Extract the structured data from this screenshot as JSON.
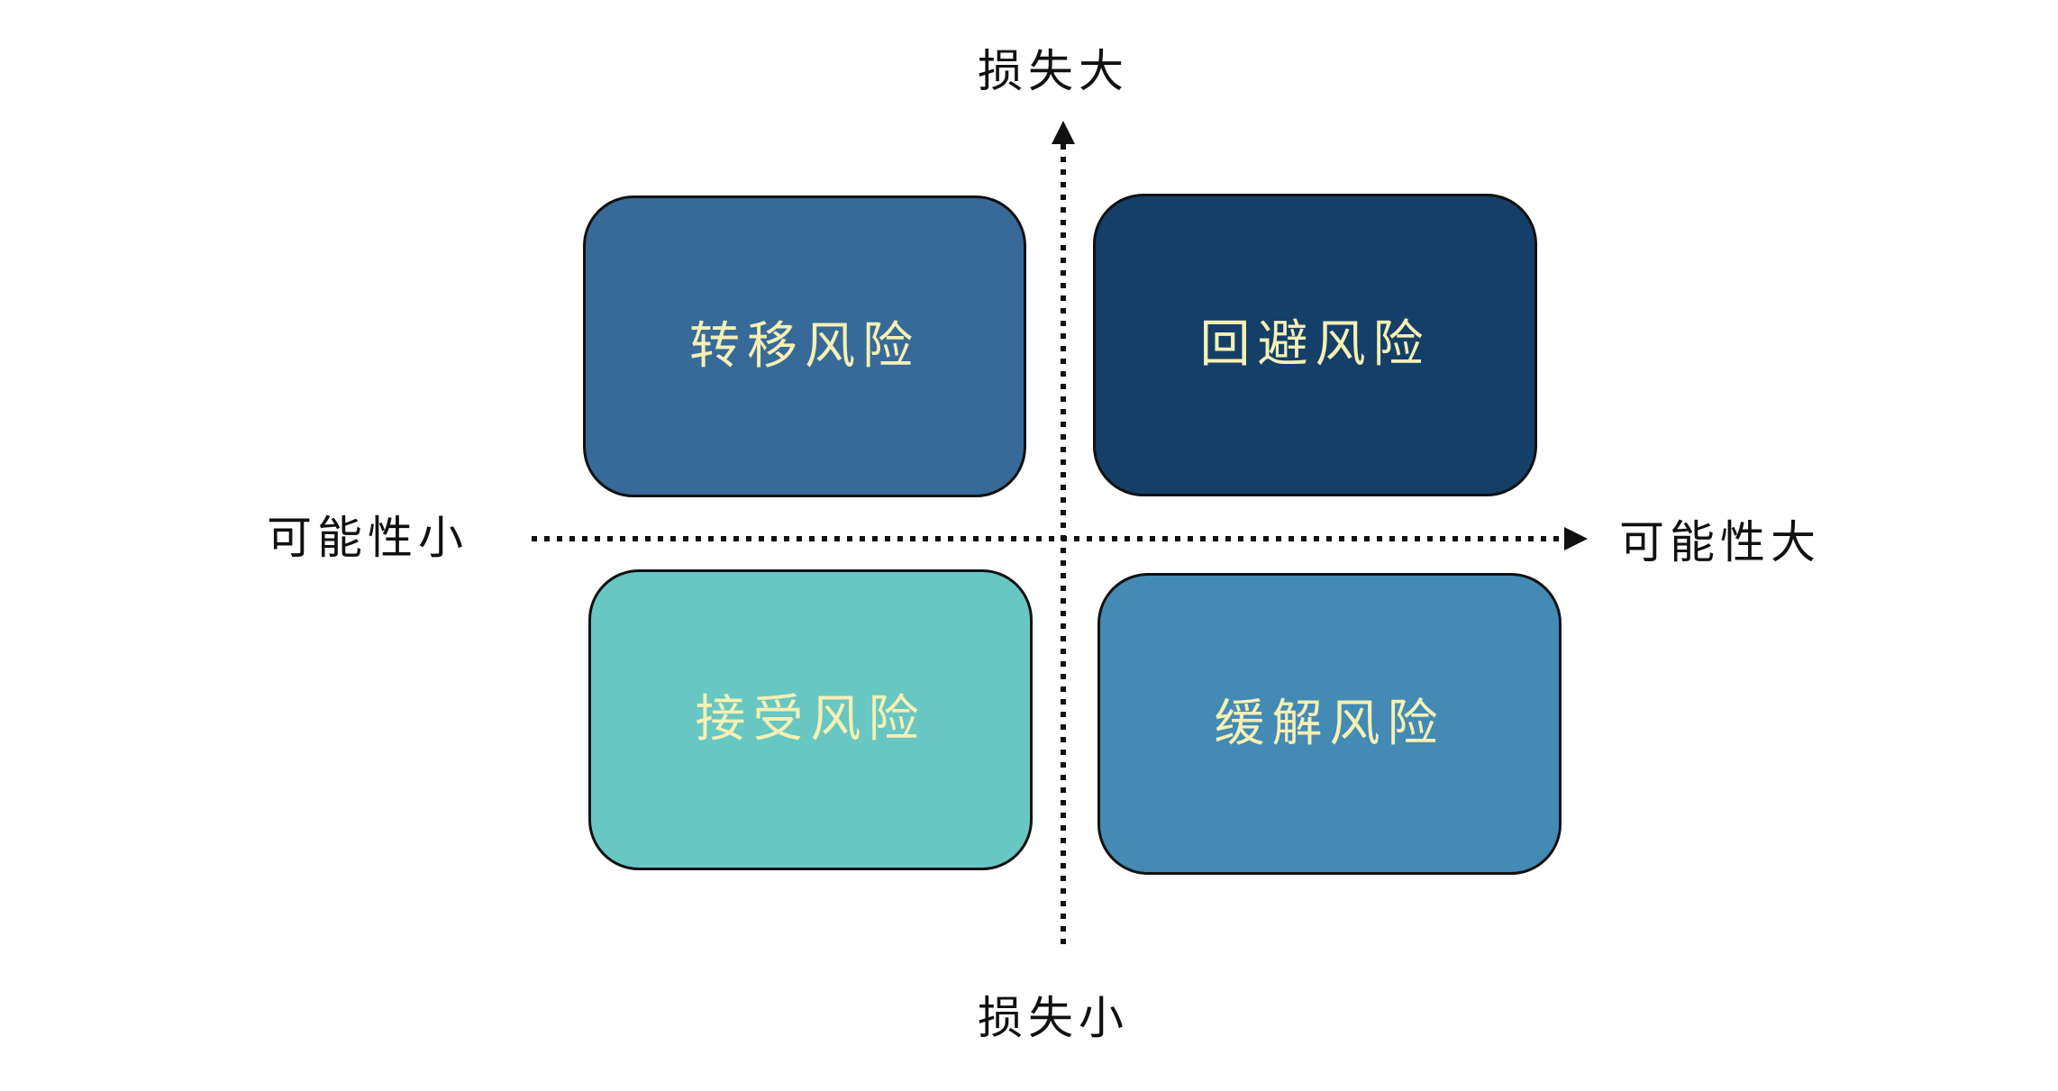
{
  "axes": {
    "vertical": {
      "top_label": "损失大",
      "bottom_label": "损失小"
    },
    "horizontal": {
      "left_label": "可能性小",
      "right_label": "可能性大"
    }
  },
  "quadrants": {
    "top_left": {
      "label": "转移风险",
      "fill": "#376A99",
      "text_color": "#F5F0B4"
    },
    "top_right": {
      "label": "回避风险",
      "fill": "#143F68",
      "text_color": "#F5F0B4"
    },
    "bottom_left": {
      "label": "接受风险",
      "fill": "#68C7C3",
      "text_color": "#F5F0B4"
    },
    "bottom_right": {
      "label": "缓解风险",
      "fill": "#438AB5",
      "text_color": "#F5F0B4"
    }
  },
  "colors": {
    "axis": "#111111",
    "background": "#FFFFFF"
  }
}
